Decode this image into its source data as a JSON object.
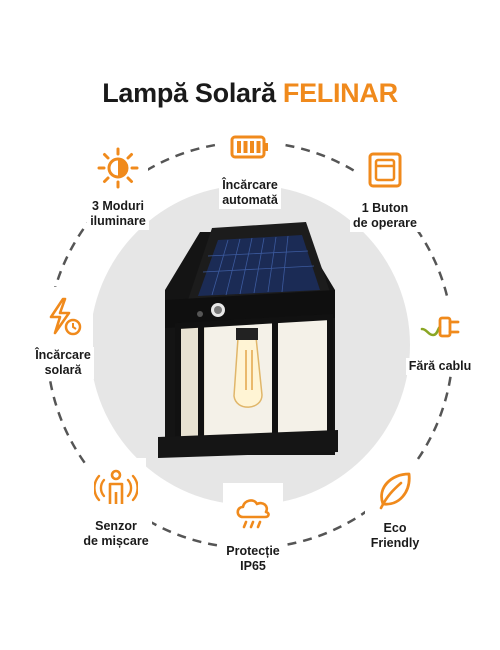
{
  "title": {
    "main": "Lampă Solară ",
    "accent": "FELINAR"
  },
  "colors": {
    "accent": "#f08a1c",
    "text": "#1a1a1a",
    "circle": "#e6e6e6",
    "ring": "#555555"
  },
  "features": {
    "charging": {
      "label": "Încărcare\nautomată",
      "icon": "battery-icon"
    },
    "modes": {
      "label": "3 Moduri\niluminare",
      "icon": "half-sun-icon"
    },
    "button": {
      "label": "1 Buton\nde operare",
      "icon": "button-icon"
    },
    "solar": {
      "label": "Încărcare\nsolară",
      "icon": "lightning-clock-icon"
    },
    "wireless": {
      "label": "Fără cablu",
      "icon": "plug-icon"
    },
    "motion": {
      "label": "Senzor\nde mișcare",
      "icon": "motion-sensor-icon"
    },
    "ip65": {
      "label": "Protecție\nIP65",
      "icon": "rain-cloud-icon"
    },
    "eco": {
      "label": "Eco\nFriendly",
      "icon": "leaf-icon"
    }
  }
}
